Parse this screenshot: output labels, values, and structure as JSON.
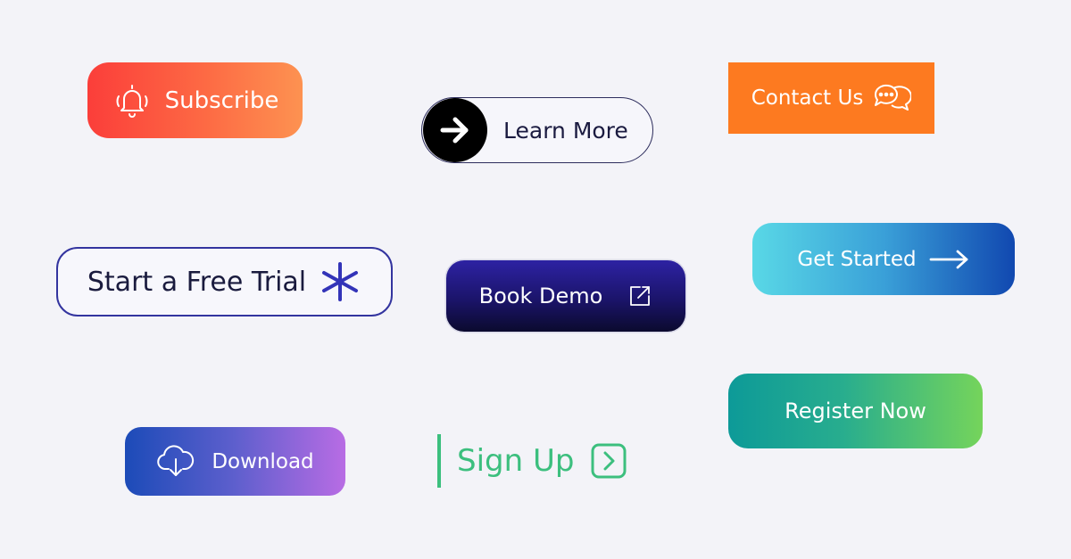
{
  "buttons": {
    "subscribe": {
      "label": "Subscribe",
      "icon": "bell-icon"
    },
    "learn_more": {
      "label": "Learn More",
      "icon": "arrow-right-icon"
    },
    "contact_us": {
      "label": "Contact Us",
      "icon": "chat-bubbles-icon"
    },
    "free_trial": {
      "label": "Start a Free Trial",
      "icon": "asterisk-icon"
    },
    "book_demo": {
      "label": "Book Demo",
      "icon": "external-link-icon"
    },
    "get_started": {
      "label": "Get Started",
      "icon": "long-arrow-right-icon"
    },
    "register_now": {
      "label": "Register Now"
    },
    "download": {
      "label": "Download",
      "icon": "cloud-download-icon"
    },
    "sign_up": {
      "label": "Sign Up",
      "icon": "chevron-right-square-icon"
    }
  },
  "colors": {
    "background": "#f3f3f8",
    "subscribe_start": "#fb3e3a",
    "subscribe_end": "#fd9251",
    "contact": "#fd7a20",
    "trial_border": "#33349f",
    "book_top": "#2d22a3",
    "book_bottom": "#0b0a2e",
    "get_started_start": "#59d8e6",
    "get_started_end": "#1148b0",
    "register_start": "#0d9a98",
    "register_end": "#75d45b",
    "download_start": "#1c4bb8",
    "download_end": "#b86ce4",
    "sign_up": "#3cbf7e"
  }
}
